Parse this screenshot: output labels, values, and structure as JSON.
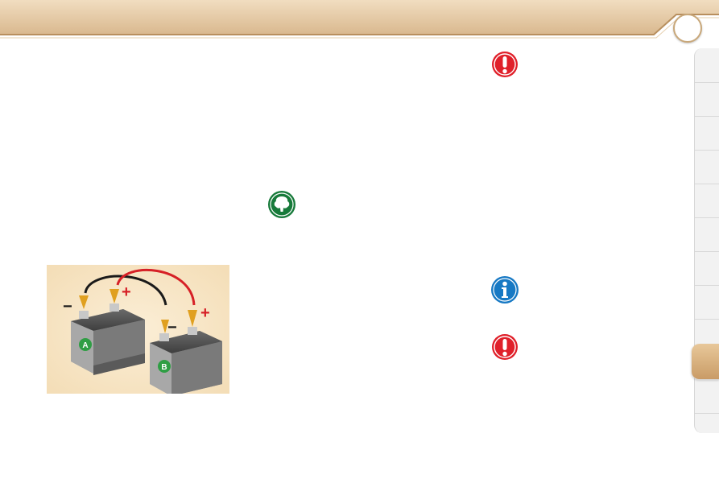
{
  "colors": {
    "header_band": "#e2c6a0",
    "header_line": "#c9a87a",
    "figure_bg": "#f6e3c1",
    "warning_red": "#e0202a",
    "info_blue": "#1779c4",
    "eco_green": "#177a3a",
    "active_tab": "#d8b07f",
    "cable_red": "#d62026",
    "cable_black": "#1a1a1a"
  },
  "icons": {
    "warning_top": "exclamation-warning-icon",
    "eco": "tree-eco-icon",
    "info": "info-icon",
    "warning_bottom": "exclamation-warning-icon"
  },
  "figure": {
    "battery_a_label": "A",
    "battery_b_label": "B",
    "minus_a": "−",
    "plus_a": "+",
    "minus_b": "−",
    "plus_b": "+"
  },
  "side_tabs": {
    "count": 11,
    "active_index": 9
  }
}
